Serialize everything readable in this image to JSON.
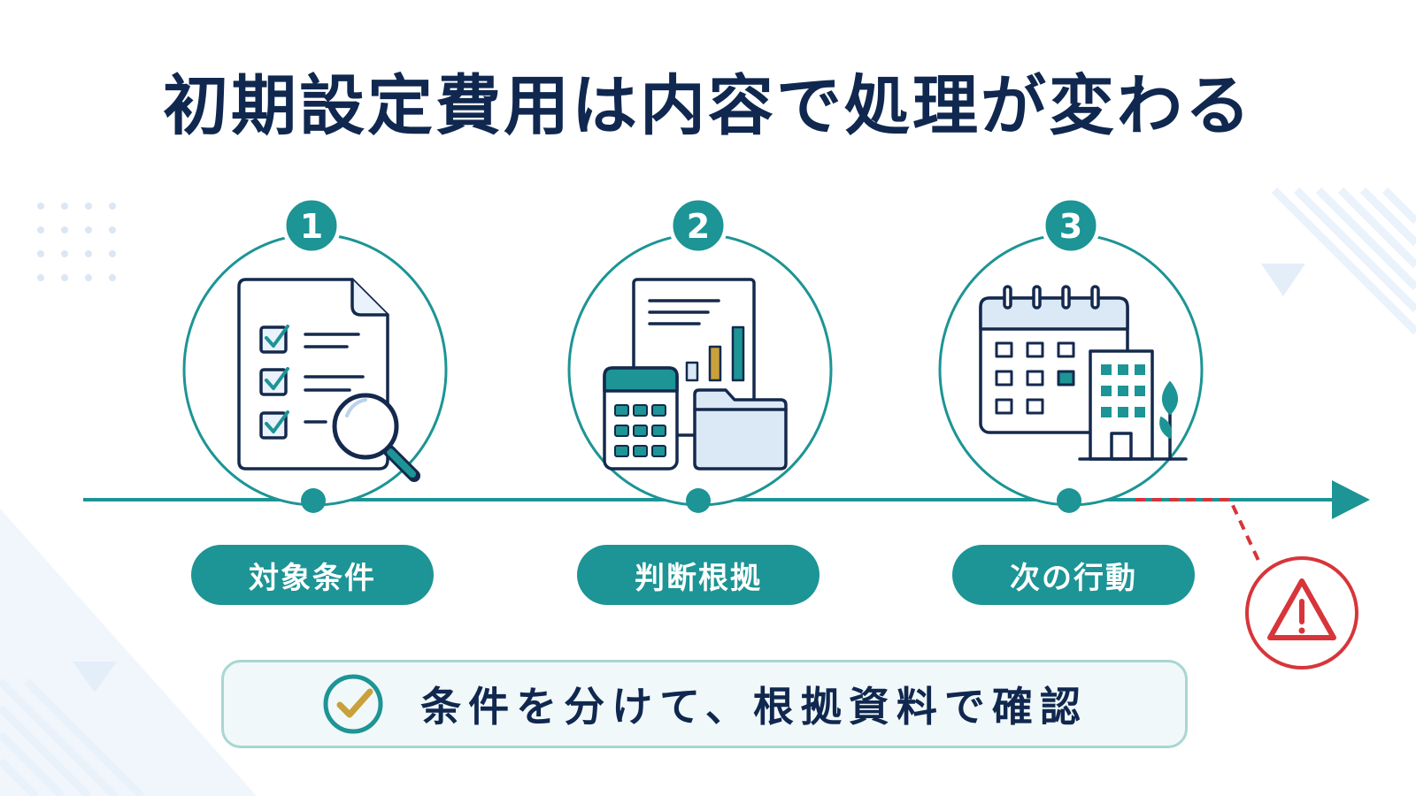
{
  "title": "初期設定費用は内容で処理が変わる",
  "steps": [
    {
      "number": "1",
      "label": "対象条件",
      "icon": "checklist-magnifier-icon"
    },
    {
      "number": "2",
      "label": "判断根拠",
      "icon": "calculator-chart-folder-icon"
    },
    {
      "number": "3",
      "label": "次の行動",
      "icon": "calendar-building-icon"
    }
  ],
  "warning": {
    "icon": "warning-icon"
  },
  "summary": {
    "text": "条件を分けて、根拠資料で確認",
    "icon": "check-circle-icon"
  },
  "colors": {
    "teal": "#1d9495",
    "navy": "#10284f",
    "gold": "#c9a13a",
    "red": "#d7353a",
    "light_blue": "#dbe9f7"
  }
}
